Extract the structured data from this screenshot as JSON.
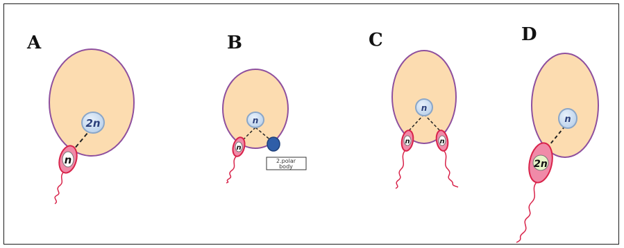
{
  "panels": [
    {
      "letter": "A",
      "egg_nucleus": "2n",
      "sperm_labels": [
        "n"
      ]
    },
    {
      "letter": "B",
      "egg_nucleus": "n",
      "sperm_labels": [
        "n"
      ],
      "polar_body_note": [
        "2.polar",
        "body"
      ]
    },
    {
      "letter": "C",
      "egg_nucleus": "n",
      "sperm_labels": [
        "n",
        "n"
      ]
    },
    {
      "letter": "D",
      "egg_nucleus": "n",
      "sperm_labels": [
        "2n"
      ]
    }
  ],
  "colors": {
    "egg_fill": "#fcdcb0",
    "egg_border": "#8e4f9e",
    "nucleus_fill": "#c9dcf0",
    "nucleus_border": "#8aa6c8",
    "sperm_fill": "#f08aa8",
    "sperm_border": "#d8234a",
    "sperm_tail": "#d8234a",
    "polar_body": "#2f5ea8"
  }
}
